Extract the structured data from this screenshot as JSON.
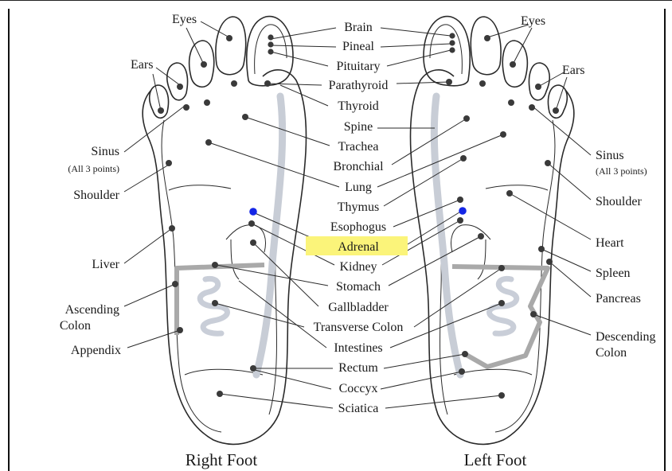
{
  "colors": {
    "outline": "#2a2a2a",
    "point": "#3a3a3a",
    "spine": "#c8cdd6",
    "colon": "#a9a9a9",
    "intestine": "#c9ced8",
    "highlight_point": "#1426e6",
    "highlight_bg": "#fbf47a",
    "leader": "#2a2a2a"
  },
  "titles": {
    "right_foot": "Right Foot",
    "left_foot": "Left Foot"
  },
  "center_labels": [
    {
      "id": "brain",
      "text": "Brain"
    },
    {
      "id": "pineal",
      "text": "Pineal"
    },
    {
      "id": "pituitary",
      "text": "Pituitary"
    },
    {
      "id": "parathyroid",
      "text": "Parathyroid"
    },
    {
      "id": "thyroid",
      "text": "Thyroid"
    },
    {
      "id": "spine",
      "text": "Spine"
    },
    {
      "id": "trachea",
      "text": "Trachea"
    },
    {
      "id": "bronchial",
      "text": "Bronchial"
    },
    {
      "id": "lung",
      "text": "Lung"
    },
    {
      "id": "thymus",
      "text": "Thymus"
    },
    {
      "id": "esophogus",
      "text": "Esophogus"
    },
    {
      "id": "adrenal",
      "text": "Adrenal",
      "highlighted": true
    },
    {
      "id": "kidney",
      "text": "Kidney"
    },
    {
      "id": "stomach",
      "text": "Stomach"
    },
    {
      "id": "gallbladder",
      "text": "Gallbladder"
    },
    {
      "id": "transverse_colon",
      "text": "Transverse Colon"
    },
    {
      "id": "intestines",
      "text": "Intestines"
    },
    {
      "id": "rectum",
      "text": "Rectum"
    },
    {
      "id": "coccyx",
      "text": "Coccyx"
    },
    {
      "id": "sciatica",
      "text": "Sciatica"
    }
  ],
  "left_labels": [
    {
      "id": "eyes_r",
      "text": "Eyes"
    },
    {
      "id": "ears_r",
      "text": "Ears"
    },
    {
      "id": "sinus_r",
      "text": "Sinus"
    },
    {
      "id": "sinus_note_r",
      "text": "(All 3 points)"
    },
    {
      "id": "shoulder_r",
      "text": "Shoulder"
    },
    {
      "id": "liver",
      "text": "Liver"
    },
    {
      "id": "ascending_colon_1",
      "text": "Ascending"
    },
    {
      "id": "ascending_colon_2",
      "text": "Colon"
    },
    {
      "id": "appendix",
      "text": "Appendix"
    }
  ],
  "right_labels": [
    {
      "id": "eyes_l",
      "text": "Eyes"
    },
    {
      "id": "ears_l",
      "text": "Ears"
    },
    {
      "id": "sinus_l",
      "text": "Sinus"
    },
    {
      "id": "sinus_note_l",
      "text": "(All 3 points)"
    },
    {
      "id": "shoulder_l",
      "text": "Shoulder"
    },
    {
      "id": "heart",
      "text": "Heart"
    },
    {
      "id": "spleen",
      "text": "Spleen"
    },
    {
      "id": "pancreas",
      "text": "Pancreas"
    },
    {
      "id": "descending_colon_1",
      "text": "Descending"
    },
    {
      "id": "descending_colon_2",
      "text": "Colon"
    }
  ]
}
